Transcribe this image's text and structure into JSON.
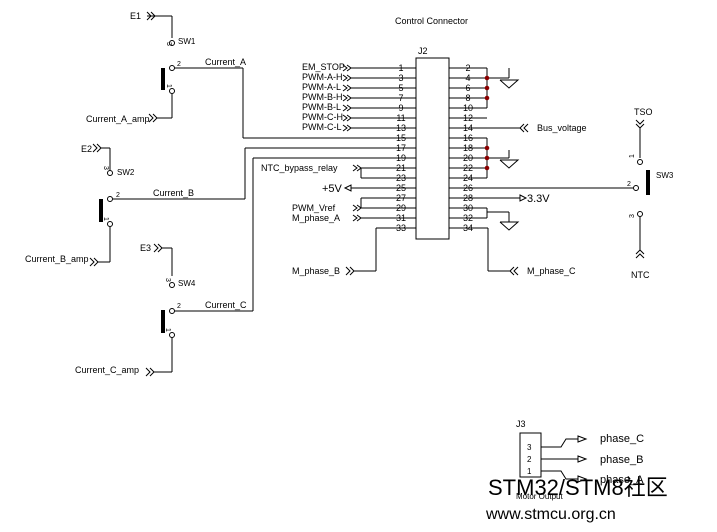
{
  "title": "Control Connector",
  "connector": {
    "ref": "J2",
    "left_pins": [
      "1",
      "3",
      "5",
      "7",
      "9",
      "11",
      "13",
      "15",
      "17",
      "19",
      "21",
      "23",
      "25",
      "27",
      "29",
      "31",
      "33"
    ],
    "right_pins": [
      "2",
      "4",
      "6",
      "8",
      "10",
      "12",
      "14",
      "16",
      "18",
      "20",
      "22",
      "24",
      "26",
      "28",
      "30",
      "32",
      "34"
    ],
    "left_labels": [
      "EM_STOP",
      "PWM-A-H",
      "PWM-A-L",
      "PWM-B-H",
      "PWM-B-L",
      "PWM-C-H",
      "PWM-C-L",
      "NTC_bypass_relay",
      "+5V",
      "PWM_Vref",
      "M_phase_A"
    ],
    "bus_voltage": "Bus_voltage",
    "v33": "3.3V",
    "m_phase_b": "M_phase_B",
    "m_phase_c": "M_phase_C"
  },
  "switches": [
    {
      "ref": "SW1",
      "net_in": "E1",
      "net_out": "Current_A",
      "net_amp": "Current_A_amp",
      "pin_top": "3",
      "pin_mid": "2",
      "pin_bot": "1"
    },
    {
      "ref": "SW2",
      "net_in": "E2",
      "net_out": "Current_B",
      "net_amp": "Current_B_amp",
      "pin_top": "3",
      "pin_mid": "2",
      "pin_bot": "1"
    },
    {
      "ref": "SW4",
      "net_in": "E3",
      "net_out": "Current_C",
      "net_amp": "Current_C_amp",
      "pin_top": "3",
      "pin_mid": "2",
      "pin_bot": "1"
    }
  ],
  "sw3": {
    "ref": "SW3",
    "top": "TSO",
    "bottom": "NTC",
    "pin_top": "1",
    "pin_mid": "2",
    "pin_bot": "3"
  },
  "motor": {
    "ref": "J3",
    "caption": "Motor Output",
    "pins": [
      "3",
      "2",
      "1"
    ],
    "phases": [
      "phase_C",
      "phase_B",
      "phase_A"
    ]
  },
  "watermark": {
    "line1": "STM32/STM8社区",
    "line2": "www.stmcu.org.cn"
  }
}
